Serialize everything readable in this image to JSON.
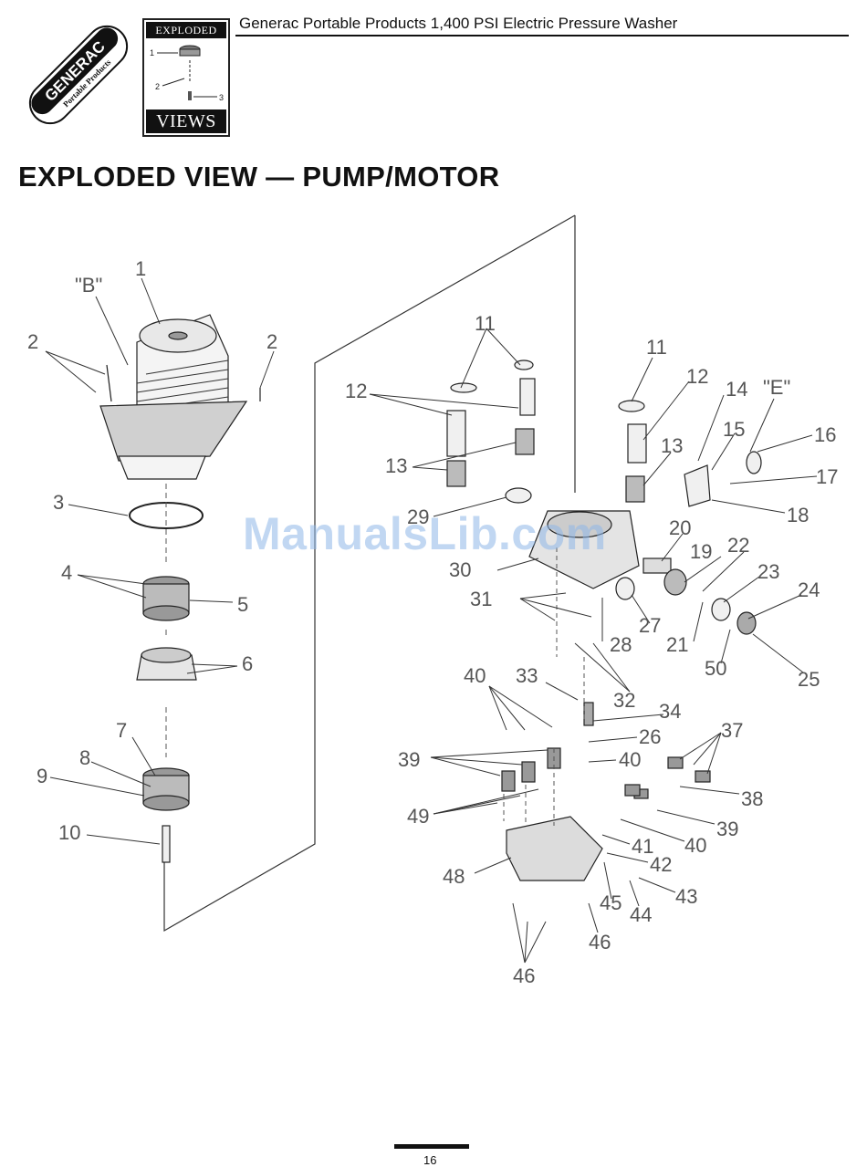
{
  "header": {
    "brand_logo_text": "GENERAC",
    "brand_logo_subtext": "Portable Products",
    "badge_top": "Exploded",
    "badge_bottom": "Views",
    "badge_callouts": [
      "1",
      "2",
      "3"
    ],
    "title": "Generac Portable Products 1,400 PSI Electric Pressure Washer"
  },
  "page_title": "EXPLODED VIEW — PUMP/MOTOR",
  "watermark": "ManualsLib.com",
  "diagram": {
    "detail_labels": [
      "\"B\"",
      "\"E\""
    ],
    "part_callouts": [
      "1",
      "2",
      "3",
      "4",
      "5",
      "6",
      "7",
      "8",
      "9",
      "10",
      "11",
      "12",
      "13",
      "14",
      "15",
      "16",
      "17",
      "18",
      "19",
      "20",
      "21",
      "22",
      "23",
      "24",
      "25",
      "26",
      "27",
      "28",
      "29",
      "30",
      "31",
      "32",
      "33",
      "34",
      "37",
      "38",
      "39",
      "40",
      "41",
      "42",
      "43",
      "44",
      "45",
      "46",
      "48",
      "49",
      "50"
    ]
  },
  "footer": {
    "page_number": "16"
  }
}
